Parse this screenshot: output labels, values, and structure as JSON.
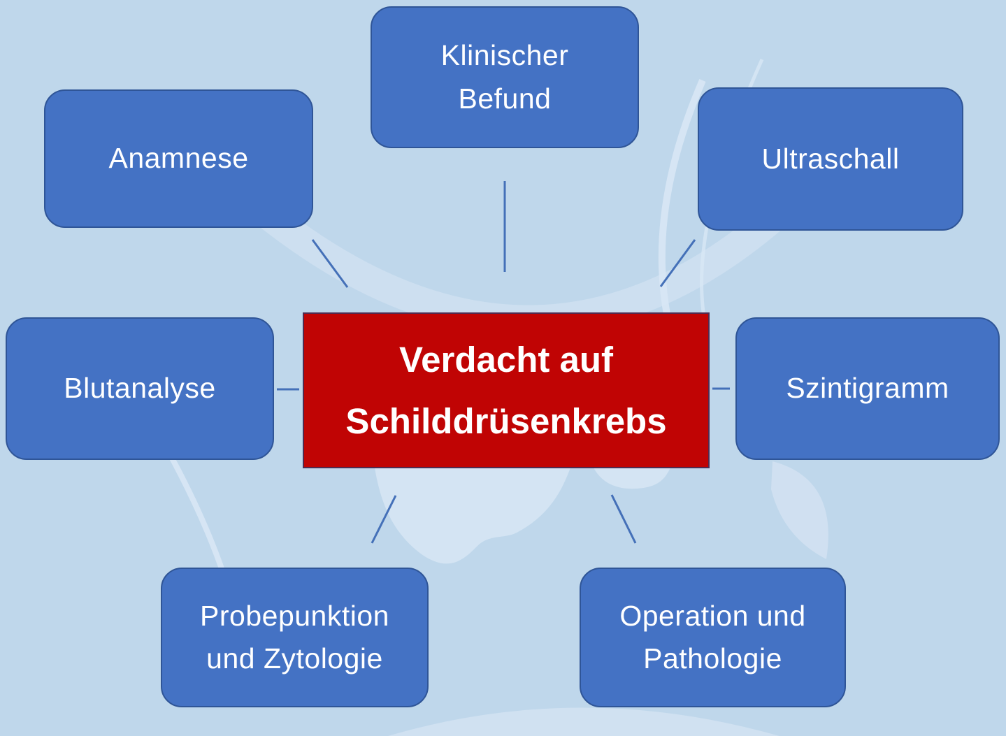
{
  "theme": {
    "bg": "#bfd7eb",
    "node-fill": "#4472c4",
    "node-border": "#2f5597",
    "center-fill": "#c00404",
    "center-border": "#512b50",
    "connector": "#4470b8",
    "text": "#ffffff",
    "watermark-band": "#cfe0f1",
    "watermark-blob": "#d4e4f3"
  },
  "diagram": {
    "center": {
      "lines": [
        "Verdacht auf",
        "Schilddrüsenkrebs"
      ]
    },
    "nodes": {
      "anamnese": {
        "label": "Anamnese"
      },
      "klinischer": {
        "lines": [
          "Klinischer",
          "Befund"
        ]
      },
      "ultraschall": {
        "label": "Ultraschall"
      },
      "blutanalyse": {
        "label": "Blutanalyse"
      },
      "szintigramm": {
        "label": "Szintigramm"
      },
      "probepunktion": {
        "lines": [
          "Probepunktion",
          "und Zytologie"
        ]
      },
      "operation": {
        "lines": [
          "Operation und",
          "Pathologie"
        ]
      }
    }
  }
}
